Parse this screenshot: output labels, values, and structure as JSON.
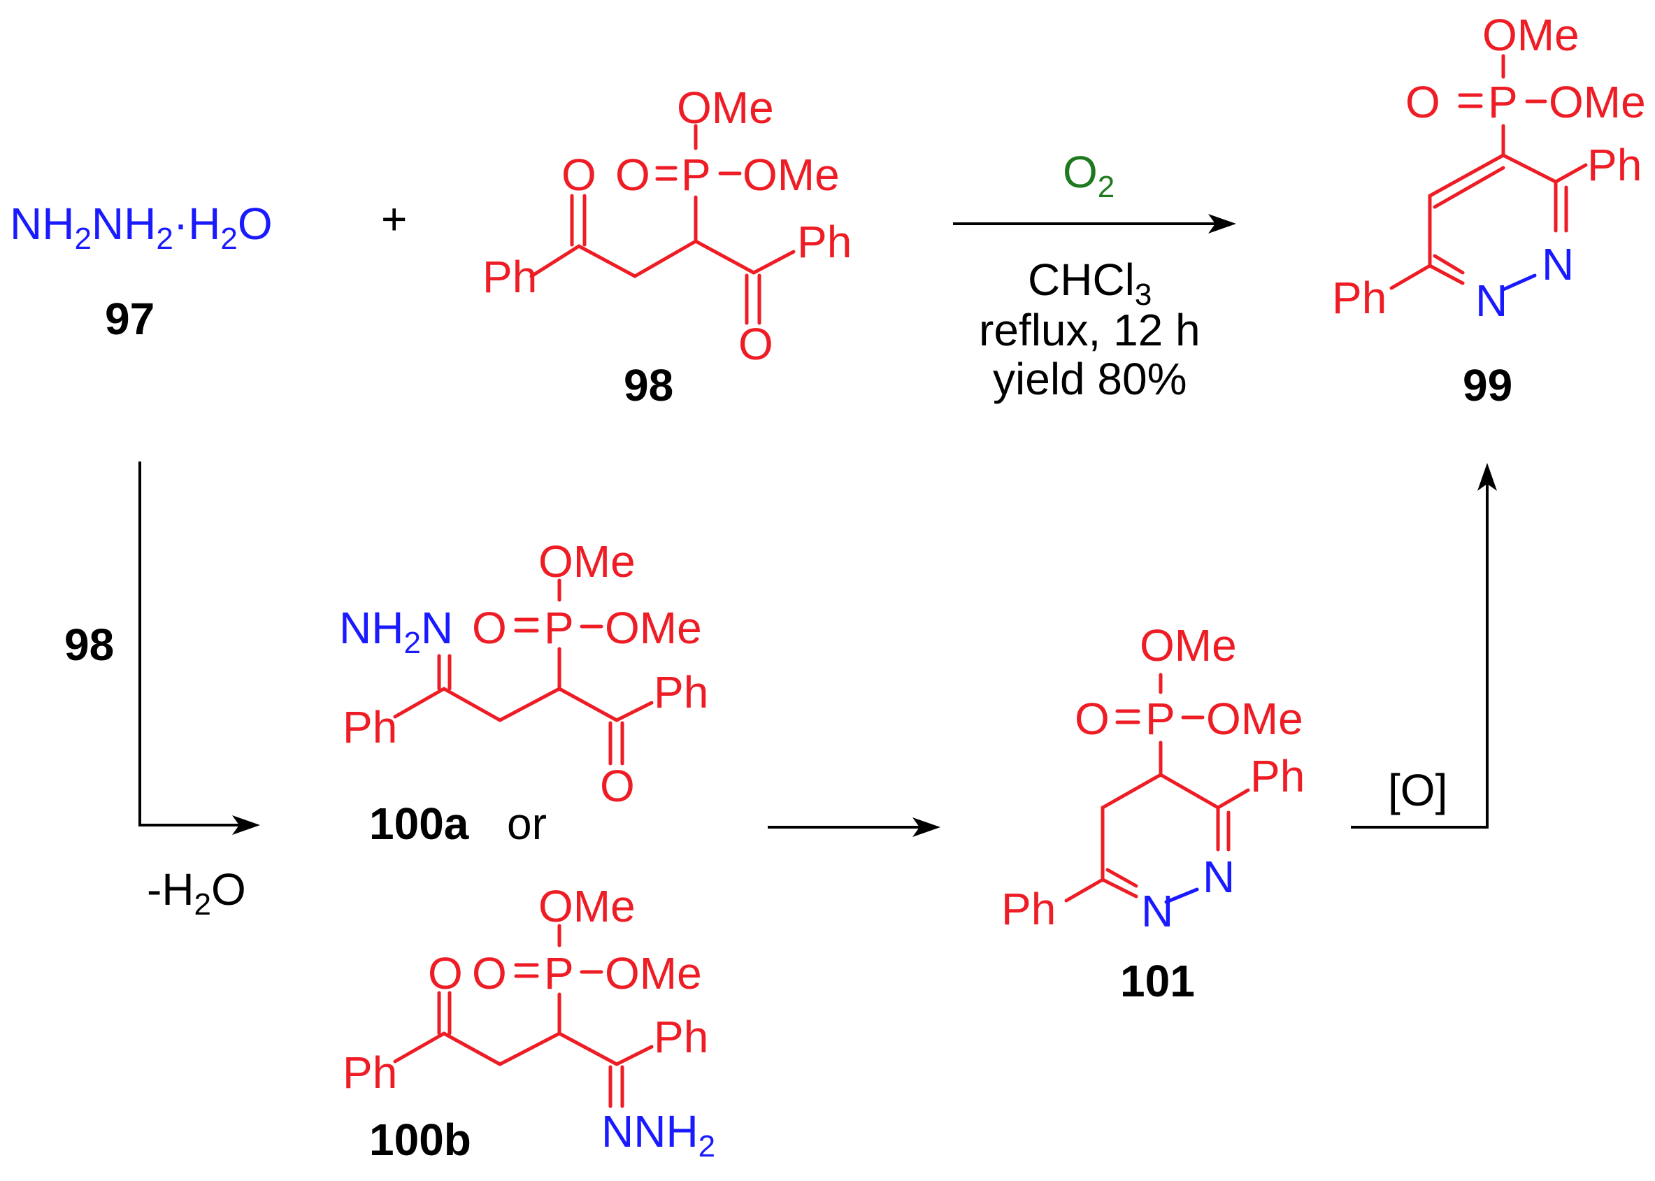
{
  "reagents": {
    "hydrazine_h": "NH",
    "hydrazine_mid": "NH",
    "hydrazine_dot": "·H",
    "hydrazine_o": "O",
    "sub2": "2",
    "plus": "+"
  },
  "labels": {
    "c97": "97",
    "c98": "98",
    "c99": "99",
    "c100a": "100a",
    "c100b": "100b",
    "c101": "101",
    "or": "or",
    "reagent98": "98"
  },
  "conditions": {
    "o2": "O",
    "o2_sub": "2",
    "solvent": "CHCl",
    "solvent_sub": "3",
    "reflux": "reflux, 12 h",
    "yield": "yield 80%",
    "minus_water": "-H",
    "minus_water_sub": "2",
    "minus_water_o": "O",
    "oxidation": "[O]"
  },
  "atoms": {
    "OMe": "OMe",
    "O": "O",
    "P": "P",
    "Ph": "Ph",
    "N": "N",
    "NH2": "NH",
    "NNH2": "NNH",
    "H2N_H": "H",
    "H2N_N": "N",
    "sub2": "2",
    "dash": "−",
    "eq": "="
  }
}
